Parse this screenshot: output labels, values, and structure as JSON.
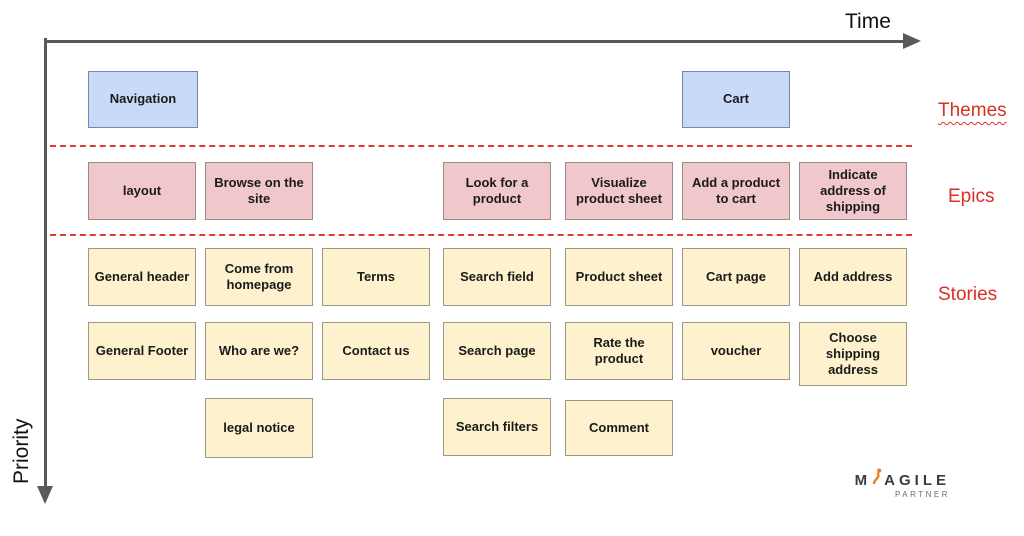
{
  "axes": {
    "time": "Time",
    "priority": "Priority"
  },
  "side_labels": {
    "themes": "Themes",
    "epics": "Epics",
    "stories": "Stories"
  },
  "themes": [
    {
      "label": "Navigation"
    },
    {
      "label": "Cart"
    }
  ],
  "epics": [
    {
      "label": "layout"
    },
    {
      "label": "Browse on the site"
    },
    {
      "label": "Look for a product"
    },
    {
      "label": "Visualize product sheet"
    },
    {
      "label": "Add a product to cart"
    },
    {
      "label": "Indicate address of shipping"
    }
  ],
  "story_columns": [
    [
      "General header",
      "General Footer"
    ],
    [
      "Come from homepage",
      "Who are we?",
      "legal notice"
    ],
    [
      "Terms",
      "Contact us"
    ],
    [
      "Search field",
      "Search page",
      "Search filters"
    ],
    [
      "Product sheet",
      "Rate the product",
      "Comment"
    ],
    [
      "Cart page",
      "voucher"
    ],
    [
      "Add address",
      "Choose shipping address"
    ]
  ],
  "logo": {
    "prefix": "M",
    "name": "AGILE",
    "subtitle": "PARTNER"
  },
  "colors": {
    "theme_fill": "#c9daf8",
    "epic_fill": "#f0c7ca",
    "story_fill": "#fdf2cd",
    "separator_red": "#e03a33",
    "side_label_red": "#d93025",
    "axis_gray": "#595959",
    "logo_orange": "#e87f1e"
  }
}
